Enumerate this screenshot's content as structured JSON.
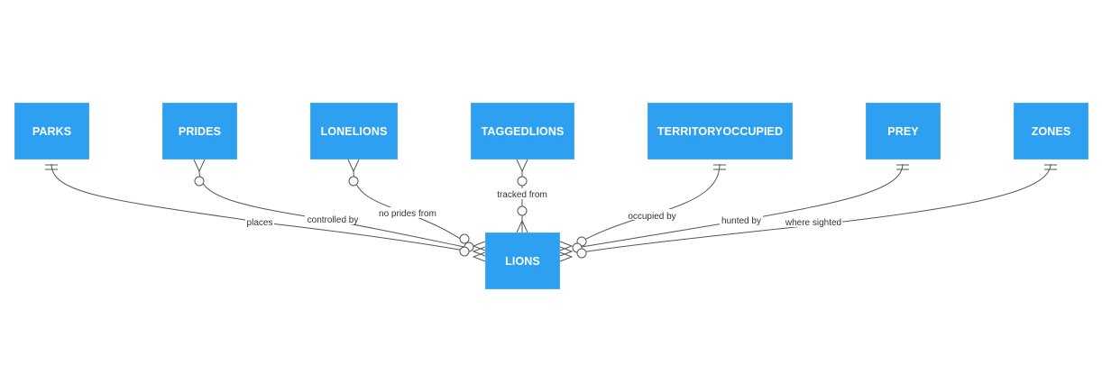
{
  "diagram": {
    "type": "entity-relationship",
    "central_entity": "LIONS",
    "entities": [
      {
        "id": "parks",
        "label": "PARKS"
      },
      {
        "id": "prides",
        "label": "PRIDES"
      },
      {
        "id": "lonelions",
        "label": "LONELIONS"
      },
      {
        "id": "taggedlions",
        "label": "TAGGEDLIONS"
      },
      {
        "id": "territoryoccupied",
        "label": "TERRITORYOCCUPIED"
      },
      {
        "id": "prey",
        "label": "PREY"
      },
      {
        "id": "zones",
        "label": "ZONES"
      },
      {
        "id": "lions",
        "label": "LIONS"
      }
    ],
    "relationships": [
      {
        "from": "PARKS",
        "to": "LIONS",
        "label": "places",
        "from_cardinality": "one",
        "to_cardinality": "zero-or-many"
      },
      {
        "from": "PRIDES",
        "to": "LIONS",
        "label": "controlled by",
        "from_cardinality": "zero-or-many",
        "to_cardinality": "zero-or-many"
      },
      {
        "from": "LONELIONS",
        "to": "LIONS",
        "label": "no prides from",
        "from_cardinality": "zero-or-many",
        "to_cardinality": "zero-or-many"
      },
      {
        "from": "TAGGEDLIONS",
        "to": "LIONS",
        "label": "tracked from",
        "from_cardinality": "zero-or-many",
        "to_cardinality": "zero-or-many"
      },
      {
        "from": "TERRITORYOCCUPIED",
        "to": "LIONS",
        "label": "occupied by",
        "from_cardinality": "one",
        "to_cardinality": "zero-or-many"
      },
      {
        "from": "PREY",
        "to": "LIONS",
        "label": "hunted by",
        "from_cardinality": "one",
        "to_cardinality": "zero-or-many"
      },
      {
        "from": "ZONES",
        "to": "LIONS",
        "label": "where sighted",
        "from_cardinality": "one",
        "to_cardinality": "zero-or-many"
      }
    ]
  },
  "colors": {
    "entity_fill": "#2ea0f2",
    "entity_text": "#ffffff",
    "line": "#555555",
    "label_text": "#333333"
  }
}
